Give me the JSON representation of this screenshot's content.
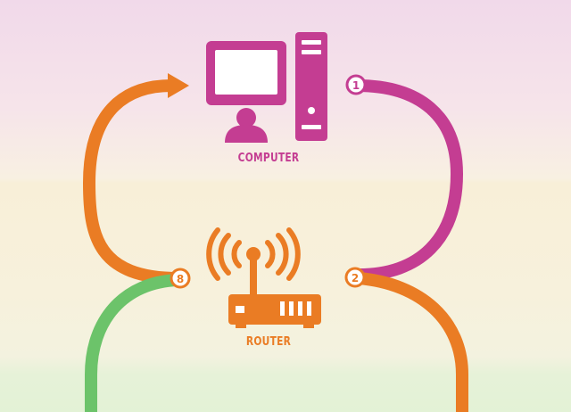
{
  "nodes": {
    "computer": {
      "label": "COMPUTER"
    },
    "router": {
      "label": "ROUTER"
    }
  },
  "steps": [
    {
      "number": "1"
    },
    {
      "number": "2"
    },
    {
      "number": "8"
    }
  ],
  "colors": {
    "magenta": "#c43d92",
    "orange": "#ea7c24",
    "green": "#6cc36a",
    "badge_fill": "#ffffff"
  },
  "icons": [
    "computer-monitor-icon",
    "pc-tower-icon",
    "user-icon",
    "wifi-router-icon"
  ]
}
